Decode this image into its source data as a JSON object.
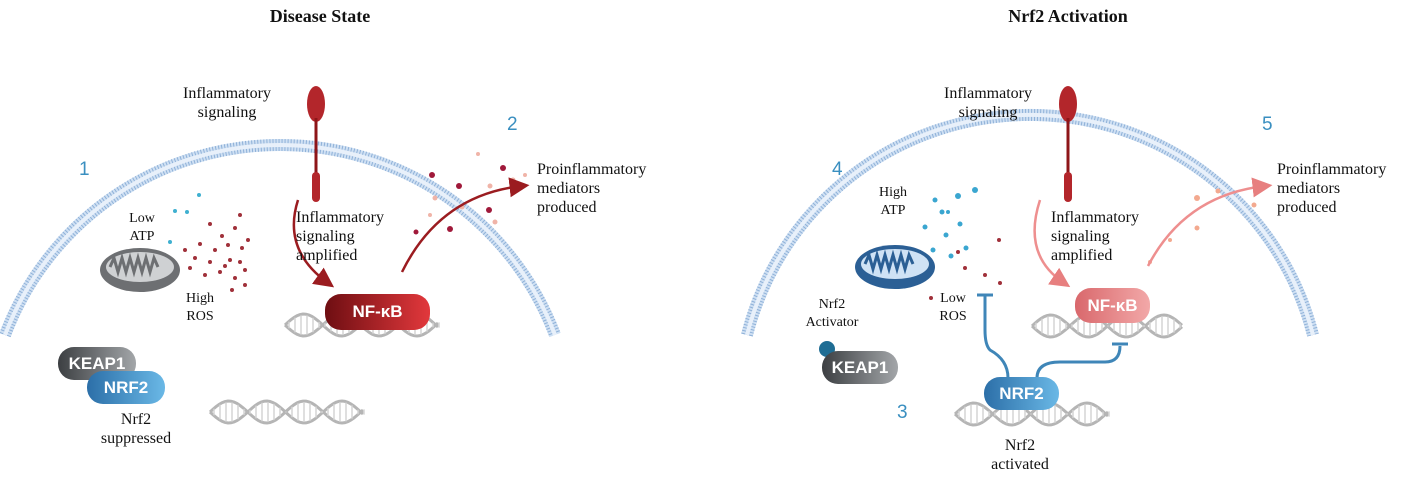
{
  "panels": [
    {
      "title": "Disease State",
      "step_left": "1",
      "step_right": "2",
      "signal": [
        "Inflammatory",
        "signaling"
      ],
      "atp": [
        "Low",
        "ATP"
      ],
      "ros": [
        "High",
        "ROS"
      ],
      "amplified": [
        "Inflammatory",
        "signaling",
        "amplified"
      ],
      "mediators": [
        "Proinflammatory",
        "mediators",
        "produced"
      ],
      "nfkb": "NF-κB",
      "keap1": "KEAP1",
      "nrf2": "NRF2",
      "nrf2_state": [
        "Nrf2",
        "suppressed"
      ]
    },
    {
      "title": "Nrf2 Activation",
      "step_left": "4",
      "step_right": "5",
      "step_bottom": "3",
      "signal": [
        "Inflammatory",
        "signaling"
      ],
      "atp": [
        "High",
        "ATP"
      ],
      "ros": [
        "Low",
        "ROS"
      ],
      "amplified": [
        "Inflammatory",
        "signaling",
        "amplified"
      ],
      "mediators": [
        "Proinflammatory",
        "mediators",
        "produced"
      ],
      "nfkb": "NF-κB",
      "keap1": "KEAP1",
      "nrf2": "NRF2",
      "activator": [
        "Nrf2",
        "Activator"
      ],
      "nrf2_state": [
        "Nrf2",
        "activated"
      ]
    }
  ],
  "colors": {
    "membrane": "#a9c6e6",
    "receptor": "#b3262b",
    "nfkb_dark": "#8e1518",
    "nfkb_light": "#e8898a",
    "nrf2": "#3a86c4",
    "keap1": "#5b5f63",
    "inhibit": "#3f86b8"
  }
}
